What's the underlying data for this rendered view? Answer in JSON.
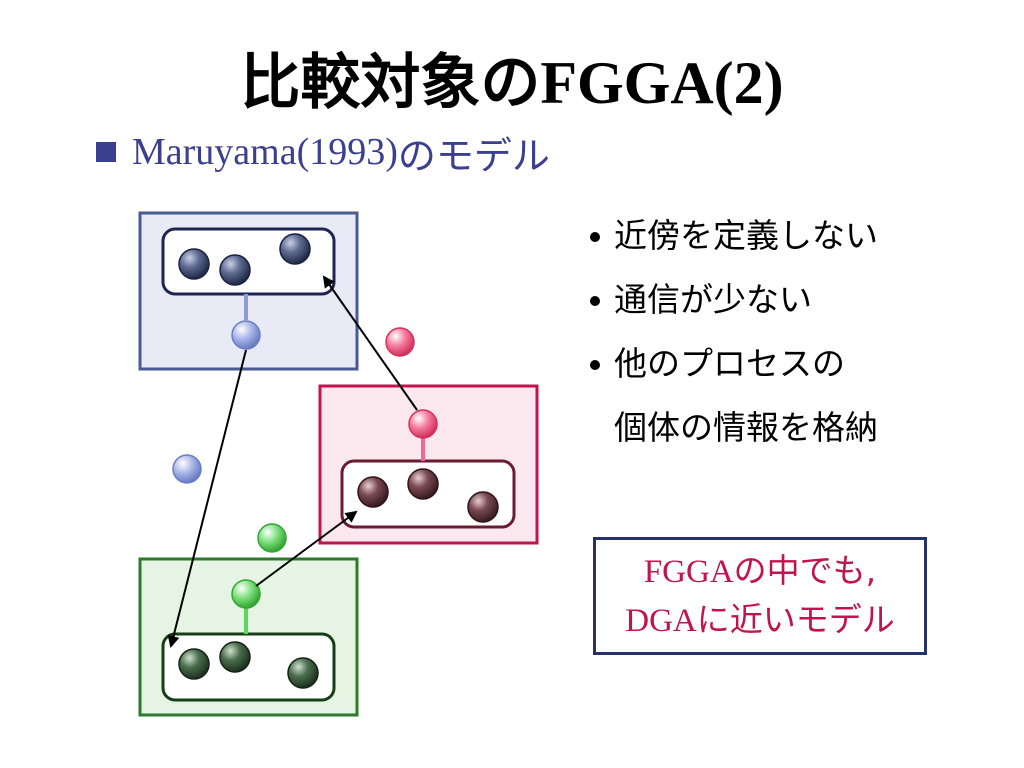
{
  "title": {
    "latin": "FGGA(2)",
    "prefix": "比較対象の"
  },
  "subtitle": {
    "latin": "Maruyama(1993)",
    "jp": "のモデル"
  },
  "bullets": [
    {
      "line1": "近傍を定義しない",
      "line2": ""
    },
    {
      "line1": "通信が少ない",
      "line2": ""
    },
    {
      "line1": "他のプロセスの",
      "line2": "個体の情報を格納"
    }
  ],
  "callout": {
    "line1_latin": "FGGA",
    "line1_jp": "の中でも,",
    "line2_latin": "DGA",
    "line2_jp": "に近いモデル"
  },
  "colors": {
    "blue_box_fill": "#e8ebf6",
    "blue_box_stroke": "#4a5a95",
    "pink_box_fill": "#fbe8ee",
    "pink_box_stroke": "#c0144c",
    "green_box_fill": "#e6f4e3",
    "green_box_stroke": "#2d7a2d",
    "text_accent": "#3b3f8f",
    "callout_text": "#c0144c",
    "callout_border": "#26306b"
  },
  "icons": [
    "square-bullet-icon",
    "round-bullet-icon"
  ]
}
